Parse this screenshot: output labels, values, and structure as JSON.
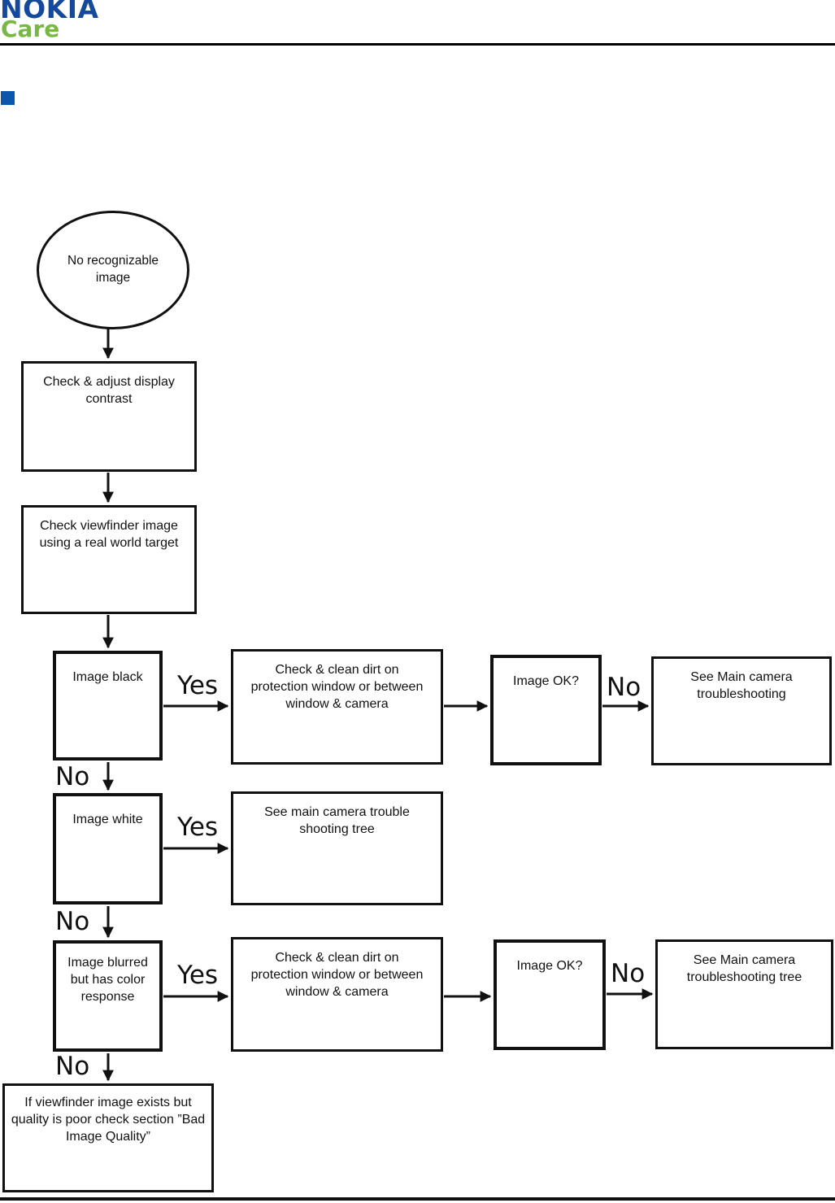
{
  "header": {
    "brand": "NOKIA",
    "sub_brand": "Care"
  },
  "colors": {
    "nokia_blue": "#15499B",
    "care_green": "#76B843",
    "marker_blue": "#0B57AD",
    "line_black": "#111111"
  },
  "flowchart": {
    "nodes": {
      "start": "No recognizable image",
      "check_contrast": "Check & adjust display contrast",
      "check_viewfinder": "Check viewfinder image using a real world target",
      "image_black": "Image black",
      "clean_dirt_1": "Check & clean dirt on protection window or between window & camera",
      "image_ok_1": "Image OK?",
      "see_main_1": "See Main camera troubleshooting",
      "image_white": "Image white",
      "see_main_2": "See main camera trouble shooting tree",
      "image_blurred": "Image blurred but has color response",
      "clean_dirt_2": "Check & clean dirt on protection window or between window & camera",
      "image_ok_2": "Image OK?",
      "see_main_3": "See Main camera troubleshooting tree",
      "bad_quality": "If viewfinder image exists but quality is poor check section ”Bad Image Quality”"
    },
    "labels": {
      "yes": "Yes",
      "no": "No"
    }
  }
}
